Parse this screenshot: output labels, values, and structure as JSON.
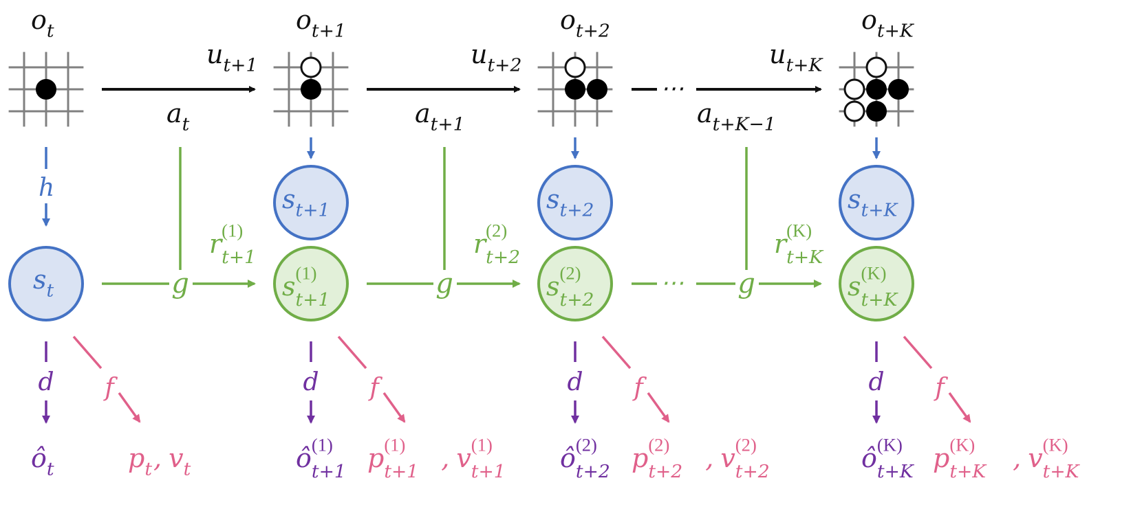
{
  "colors": {
    "transition": "#111111",
    "representation": "#4472C4",
    "representation_fill": "#DAE3F3",
    "dynamics": "#70AD47",
    "dynamics_fill": "#E2F0D9",
    "prediction": "#E0608A",
    "decoder": "#7030A0",
    "grid": "#808080"
  },
  "columns": [
    {
      "observation": {
        "base": "o",
        "sub": "t"
      },
      "state": {
        "base": "s",
        "sub": "t"
      },
      "decoded": {
        "base": "ô",
        "sup": "",
        "sub": "t"
      },
      "policy": {
        "base": "p",
        "sup": "",
        "sub": "t"
      },
      "value": {
        "base": "v",
        "sup": "",
        "sub": "t"
      },
      "board": {
        "black": [
          [
            0,
            0
          ]
        ],
        "white": []
      }
    },
    {
      "observation": {
        "base": "o",
        "sub": "t+1"
      },
      "state": {
        "base": "s",
        "sub": "t+1"
      },
      "latent": {
        "base": "s",
        "sup": "(1)",
        "sub": "t+1"
      },
      "decoded": {
        "base": "ô",
        "sup": "(1)",
        "sub": "t+1"
      },
      "policy": {
        "base": "p",
        "sup": "(1)",
        "sub": "t+1"
      },
      "value": {
        "base": "v",
        "sup": "(1)",
        "sub": "t+1"
      },
      "board": {
        "black": [
          [
            0,
            0
          ]
        ],
        "white": [
          [
            0,
            -1
          ]
        ]
      }
    },
    {
      "observation": {
        "base": "o",
        "sub": "t+2"
      },
      "state": {
        "base": "s",
        "sub": "t+2"
      },
      "latent": {
        "base": "s",
        "sup": "(2)",
        "sub": "t+2"
      },
      "decoded": {
        "base": "ô",
        "sup": "(2)",
        "sub": "t+2"
      },
      "policy": {
        "base": "p",
        "sup": "(2)",
        "sub": "t+2"
      },
      "value": {
        "base": "v",
        "sup": "(2)",
        "sub": "t+2"
      },
      "board": {
        "black": [
          [
            0,
            0
          ],
          [
            1,
            0
          ]
        ],
        "white": [
          [
            0,
            -1
          ]
        ]
      }
    },
    {
      "observation": {
        "base": "o",
        "sub": "t+K"
      },
      "state": {
        "base": "s",
        "sub": "t+K"
      },
      "latent": {
        "base": "s",
        "sup": "(K)",
        "sub": "t+K"
      },
      "decoded": {
        "base": "ô",
        "sup": "(K)",
        "sub": "t+K"
      },
      "policy": {
        "base": "p",
        "sup": "(K)",
        "sub": "t+K"
      },
      "value": {
        "base": "v",
        "sup": "(K)",
        "sub": "t+K"
      },
      "board": {
        "black": [
          [
            0,
            0
          ],
          [
            1,
            0
          ],
          [
            0,
            1
          ]
        ],
        "white": [
          [
            0,
            -1
          ],
          [
            -1,
            0
          ],
          [
            -1,
            1
          ]
        ]
      }
    }
  ],
  "transitions": [
    {
      "action": {
        "base": "a",
        "sub": "t"
      },
      "update": {
        "base": "u",
        "sub": "t+1"
      },
      "reward": {
        "base": "r",
        "sup": "(1)",
        "sub": "t+1"
      },
      "dotted": false
    },
    {
      "action": {
        "base": "a",
        "sub": "t+1"
      },
      "update": {
        "base": "u",
        "sub": "t+2"
      },
      "reward": {
        "base": "r",
        "sup": "(2)",
        "sub": "t+2"
      },
      "dotted": false
    },
    {
      "action": {
        "base": "a",
        "sub": "t+K−1"
      },
      "update": {
        "base": "u",
        "sub": "t+K"
      },
      "reward": {
        "base": "r",
        "sup": "(K)",
        "sub": "t+K"
      },
      "dotted": true
    }
  ],
  "functions": {
    "representation": "h",
    "dynamics": "g",
    "decoder": "d",
    "prediction": "f"
  },
  "ellipsis": "⋯",
  "separator": ","
}
